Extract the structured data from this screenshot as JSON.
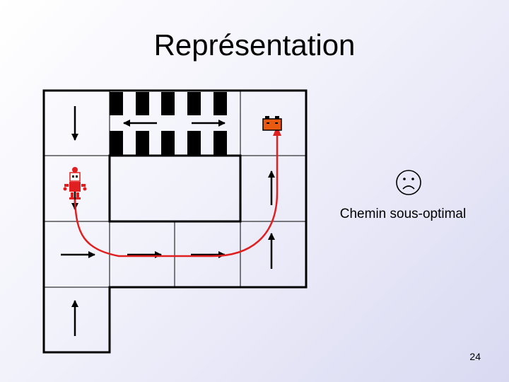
{
  "slide": {
    "title": "Représentation",
    "caption": "Chemin sous-optimal",
    "page_number": "24"
  },
  "icons": {
    "robot": "robot-icon",
    "goal": "battery-icon",
    "mood": "sad-face-icon"
  },
  "colors": {
    "path": "#e02020",
    "robot": "#e02020",
    "goal": "#e85a10",
    "grid": "#000000",
    "slide_background": "#e6e6f5"
  }
}
